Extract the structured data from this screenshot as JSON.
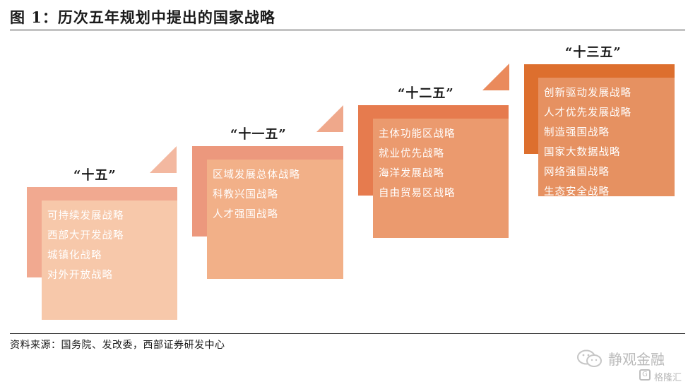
{
  "title": "图 1：历次五年规划中提出的国家战略",
  "plans": [
    {
      "label": "“十五”",
      "items": [
        "可持续发展战略",
        "西部大开发战略",
        "城镇化战略",
        "对外开放战略"
      ],
      "colors": {
        "tri": "#f3b8a0",
        "back": "#f1a990",
        "front": "#f7c8aa"
      }
    },
    {
      "label": "“十一五”",
      "items": [
        "区域发展总体战略",
        "科教兴国战略",
        "人才强国战略"
      ],
      "colors": {
        "tri": "#efa88b",
        "back": "#ec987d",
        "front": "#f2b088"
      }
    },
    {
      "label": "“十二五”",
      "items": [
        "主体功能区战略",
        "就业优先战略",
        "海洋发展战略",
        "自由贸易区战略"
      ],
      "colors": {
        "tri": "#ea8a5c",
        "back": "#e67b4e",
        "front": "#eb9a6e"
      }
    },
    {
      "label": "“十三五”",
      "items": [
        "创新驱动发展战略",
        "人才优先发展战略",
        "制造强国战略",
        "国家大数据战略",
        "网络强国战略",
        "生态安全战略"
      ],
      "colors": {
        "tri": "#e07a3e",
        "back": "#dd6f2e",
        "front": "#e69161"
      }
    }
  ],
  "source": "资料来源：国务院、发改委，西部证券研发中心",
  "watermark": {
    "main": "静观金融",
    "sub": "格隆汇",
    "logo": "G",
    "icon": "wechat-icon"
  }
}
